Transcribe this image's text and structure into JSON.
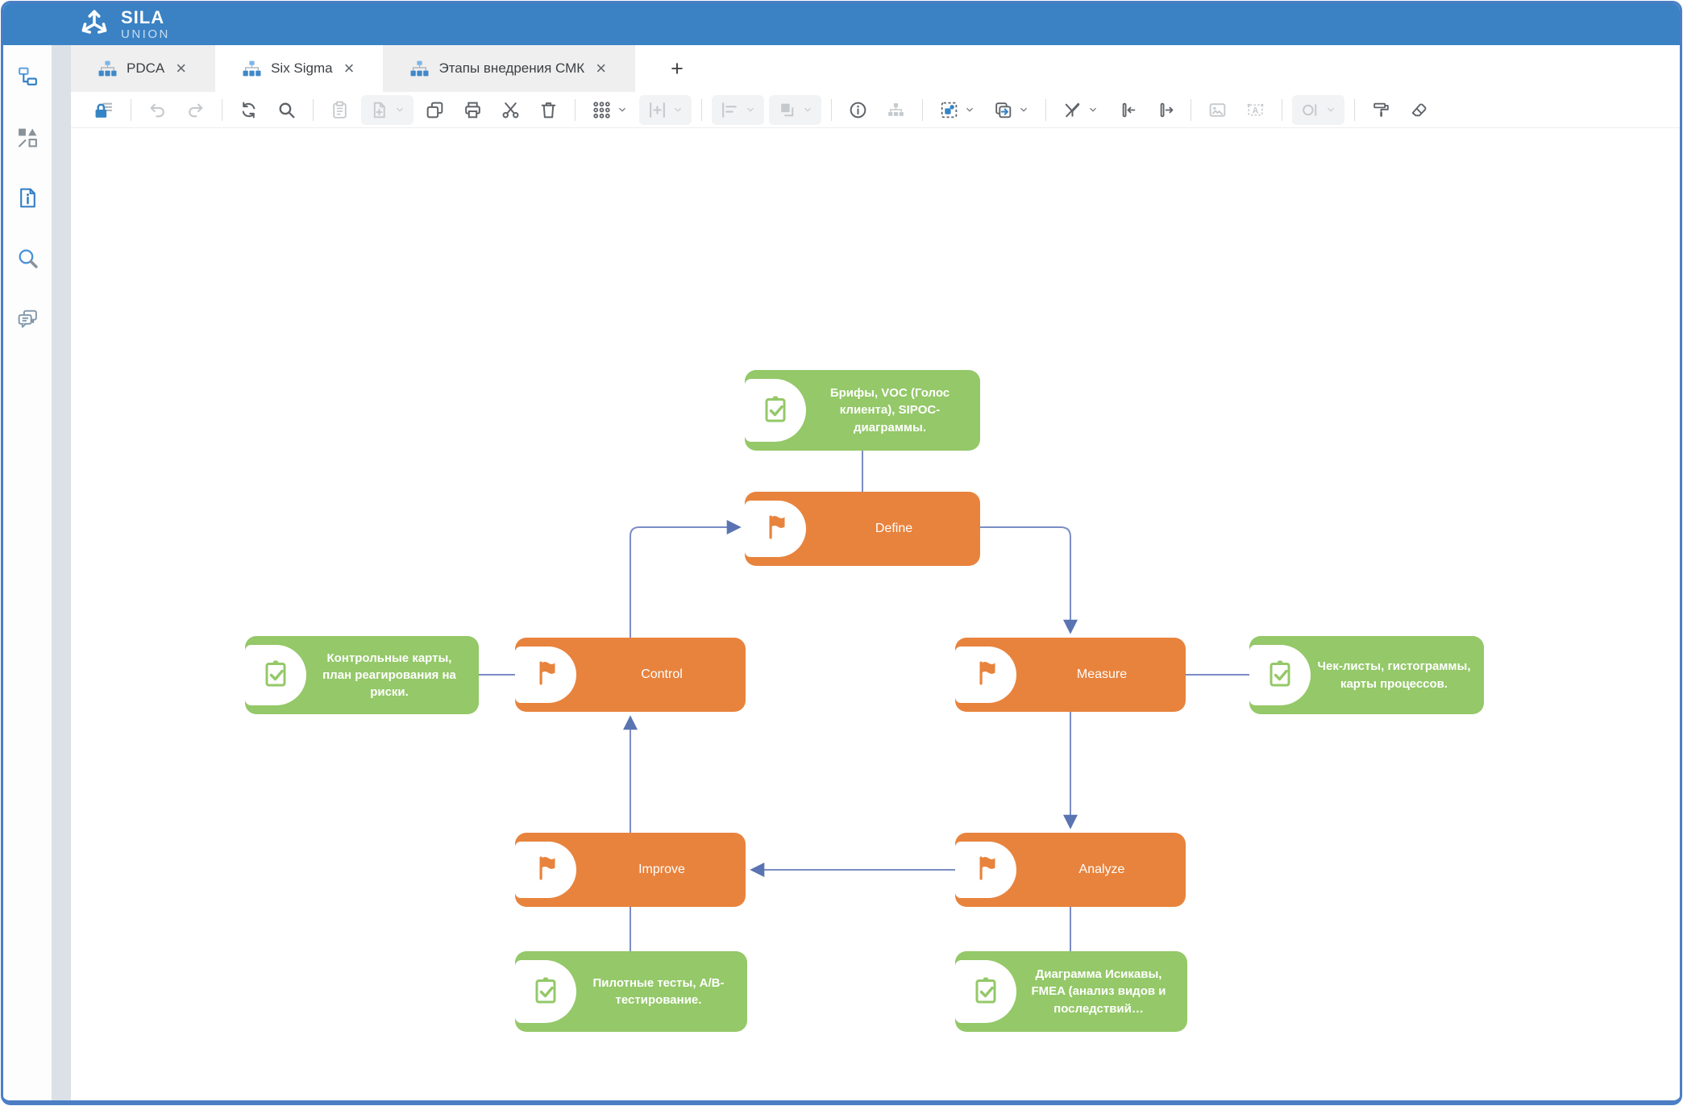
{
  "header": {
    "brand_line1": "SILA",
    "brand_line2": "UNION"
  },
  "tabs": {
    "items": [
      {
        "label": "PDCA",
        "close": "×",
        "active": false
      },
      {
        "label": "Six Sigma",
        "close": "×",
        "active": true
      },
      {
        "label": "Этапы внедрения СМК",
        "close": "×",
        "active": false
      }
    ],
    "new_tab": "+"
  },
  "toolbar": {
    "items": [
      {
        "name": "lock"
      },
      {
        "divider": true
      },
      {
        "name": "undo",
        "disabled": true
      },
      {
        "name": "redo",
        "disabled": true
      },
      {
        "divider": true
      },
      {
        "name": "refresh"
      },
      {
        "name": "zoom-search"
      },
      {
        "divider": true
      },
      {
        "name": "paste",
        "disabled": true
      },
      {
        "name": "insert-page",
        "disabled": true,
        "chevron": true,
        "boxed": true
      },
      {
        "name": "copy"
      },
      {
        "name": "print"
      },
      {
        "name": "cut"
      },
      {
        "name": "delete"
      },
      {
        "divider": true
      },
      {
        "name": "grid",
        "chevron": true
      },
      {
        "name": "spacing",
        "disabled": true,
        "chevron": true,
        "boxed": true
      },
      {
        "divider": true
      },
      {
        "name": "align",
        "disabled": true,
        "chevron": true,
        "boxed": true
      },
      {
        "name": "arrange",
        "disabled": true,
        "chevron": true,
        "boxed": true
      },
      {
        "divider": true
      },
      {
        "name": "info"
      },
      {
        "name": "hierarchy",
        "disabled": true
      },
      {
        "divider": true
      },
      {
        "name": "select-elements",
        "chevron": true
      },
      {
        "name": "copy-to",
        "chevron": true
      },
      {
        "divider": true
      },
      {
        "name": "filter-off",
        "chevron": true
      },
      {
        "name": "collapse-incoming"
      },
      {
        "name": "collapse-outgoing"
      },
      {
        "divider": true
      },
      {
        "name": "image",
        "disabled": true
      },
      {
        "name": "text-annotation",
        "disabled": true
      },
      {
        "divider": true
      },
      {
        "name": "shape-style",
        "disabled": true,
        "chevron": true,
        "boxed": true
      },
      {
        "divider": true
      },
      {
        "name": "format-painter"
      },
      {
        "name": "eraser"
      }
    ]
  },
  "sidebar": {
    "items": [
      {
        "name": "model-tree"
      },
      {
        "name": "shapes-palette"
      },
      {
        "name": "document-info"
      },
      {
        "name": "search"
      },
      {
        "name": "comments"
      }
    ]
  },
  "diagram": {
    "stages": [
      {
        "id": "define",
        "label": "Define"
      },
      {
        "id": "control",
        "label": "Control"
      },
      {
        "id": "measure",
        "label": "Measure"
      },
      {
        "id": "improve",
        "label": "Improve"
      },
      {
        "id": "analyze",
        "label": "Analyze"
      }
    ],
    "notes": [
      {
        "id": "define",
        "text": "Брифы, VOC (Голос клиента), SIPOC-диаграммы."
      },
      {
        "id": "control",
        "text": "Контрольные карты, план реагирования на риски."
      },
      {
        "id": "measure",
        "text": "Чек-листы, гистограммы, карты процессов."
      },
      {
        "id": "improve",
        "text": "Пилотные тесты, A/B-тестирование."
      },
      {
        "id": "analyze",
        "text": "Диаграмма Исикавы, FMEA (анализ видов и последствий…"
      }
    ]
  },
  "colors": {
    "header_blue": "#3A82C4",
    "accent_blue": "#3584C6",
    "stage_fill": "#E8833D",
    "note_fill": "#94C868",
    "connector": "#7B8CC5",
    "arrow": "#5A73B2"
  }
}
